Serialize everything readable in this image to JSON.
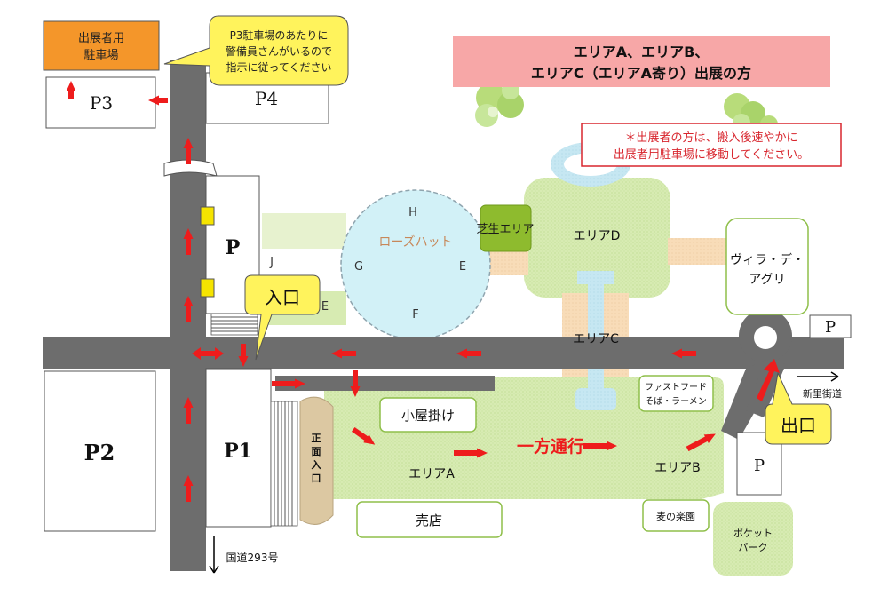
{
  "parking": {
    "p1": "P1",
    "p2": "P2",
    "p3": "P3",
    "p4": "P4",
    "p_top": "P",
    "p_right": "P",
    "p_bottom_right": "P"
  },
  "exhibitor_parking": {
    "line1": "出展者用",
    "line2": "駐車場"
  },
  "guard_note": {
    "line1": "P3駐車場のあたりに",
    "line2": "警備員さんがいるので",
    "line3": "指示に従ってください"
  },
  "banner": {
    "line1": "エリアA、エリアB、",
    "line2": "エリアC（エリアA寄り）出展の方"
  },
  "notice": {
    "line1": "＊出展者の方は、搬入後速やかに",
    "line2": "出展者用駐車場に移動してください。"
  },
  "rose_hut": {
    "name": "ローズハット",
    "h": "H",
    "g": "G",
    "e": "E",
    "f": "F"
  },
  "labels": {
    "j": "J",
    "e_left": "E",
    "lawn": "芝生エリア",
    "area_d": "エリアD",
    "area_c": "エリアC",
    "area_a": "エリアA",
    "area_b": "エリアB",
    "villa_line1": "ヴィラ・デ・",
    "villa_line2": "アグリ",
    "entrance": "入口",
    "exit": "出口",
    "hut": "小屋掛け",
    "one_way": "一方通行",
    "shop": "売店",
    "fastfood_line1": "ファストフード",
    "fastfood_line2": "そば・ラーメン",
    "mugi": "麦の楽園",
    "pocket_line1": "ポケット",
    "pocket_line2": "パーク",
    "main_gate": [
      "正",
      "面",
      "入",
      "口"
    ],
    "niisato": "新里街道",
    "route293": "国道293号"
  },
  "colors": {
    "road": "#6d6d6d",
    "arrow": "#ee1c1c",
    "area_green": "#d7ebb2",
    "lake": "#d2f1f7",
    "path": "#f9dcb8",
    "banner": "#f7a7a7",
    "callout": "#fff35c",
    "exhibitor_parking": "#f4962a",
    "lawn": "#8ebb2e",
    "gate": "#dcc8a2"
  }
}
